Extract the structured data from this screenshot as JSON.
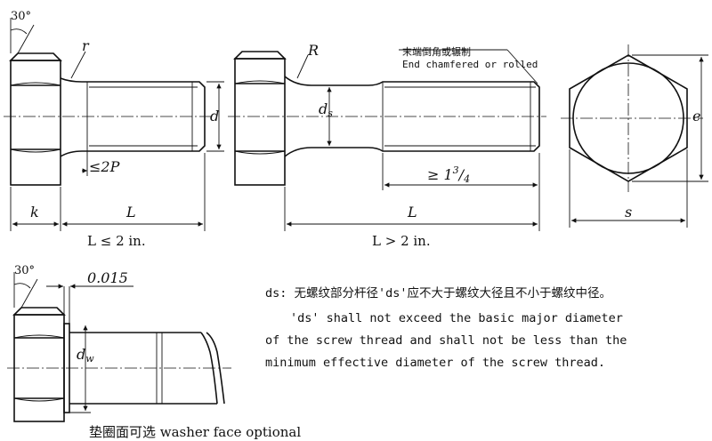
{
  "labels": {
    "angle_top": "30°",
    "angle_bottom": "30°",
    "r": "r",
    "R": "R",
    "d": "d",
    "ds": "d",
    "ds_sub": "s",
    "dw": "d",
    "dw_sub": "w",
    "e": "e",
    "s": "s",
    "k": "k",
    "L1": "L",
    "L2": "L",
    "two_p": "≤2P",
    "thread_len_prefix": "≥ 1",
    "thread_len_num": "3",
    "thread_len_den": "4",
    "tol": "0.015"
  },
  "captions": {
    "left": "L ≤ 2 in.",
    "right": "L > 2 in.",
    "end_cn": "末端倒角或辗制",
    "end_en": "End chamfered or rolled",
    "washer": "垫圈面可选 washer face optional"
  },
  "note": {
    "line1": "ds: 无螺纹部分杆径'ds'应不大于螺纹大径且不小于螺纹中径。",
    "line2": "'ds' shall not exceed the basic major diameter",
    "line3": "of the screw thread and shall not be less than the",
    "line4": "minimum effective diameter of the screw thread."
  }
}
